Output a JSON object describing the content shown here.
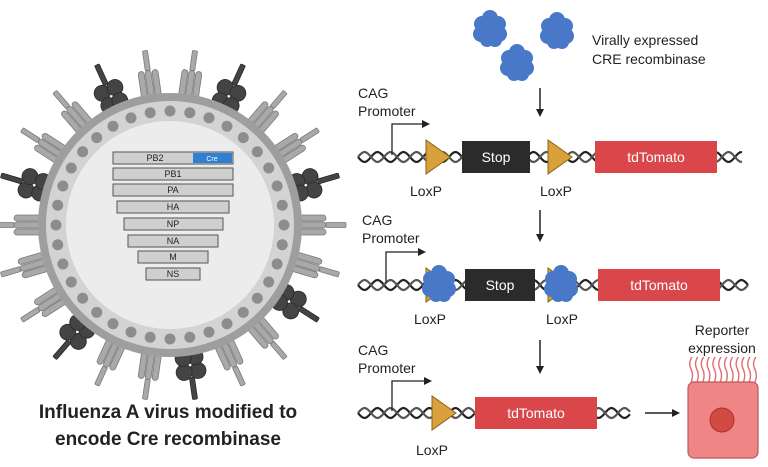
{
  "virus": {
    "segments": [
      "PB2",
      "PB1",
      "PA",
      "HA",
      "NP",
      "NA",
      "M",
      "NS"
    ],
    "cre_tag": "Cre",
    "title_line1": "Influenza A virus modified to",
    "title_line2": "encode Cre recombinase"
  },
  "cre_protein": {
    "label_line1": "Virally expressed",
    "label_line2": "CRE recombinase"
  },
  "constructs": [
    {
      "promoter_line1": "CAG",
      "promoter_line2": "Promoter",
      "stop_label": "Stop",
      "reporter_label": "tdTomato",
      "loxp_left": "LoxP",
      "loxp_right": "LoxP"
    },
    {
      "promoter_line1": "CAG",
      "promoter_line2": "Promoter",
      "stop_label": "Stop",
      "reporter_label": "tdTomato",
      "loxp_left": "LoxP",
      "loxp_right": "LoxP"
    },
    {
      "promoter_line1": "CAG",
      "promoter_line2": "Promoter",
      "reporter_label": "tdTomato",
      "loxp_left": "LoxP"
    }
  ],
  "reporter": {
    "label_line1": "Reporter",
    "label_line2": "expression"
  },
  "colors": {
    "envelope": "#9e9e9e",
    "interior": "#ececec",
    "spike_light": "#a9a9a9",
    "spike_dark": "#444444",
    "cre_blue": "#4a78c8",
    "cre_tag_blue": "#2f7fd3",
    "loxp_gold": "#d9a13b",
    "stop_black": "#2b2b2b",
    "tdtomato_red": "#d9474a",
    "cell_pink": "#f08585",
    "nucleus_red": "#d24a44"
  }
}
